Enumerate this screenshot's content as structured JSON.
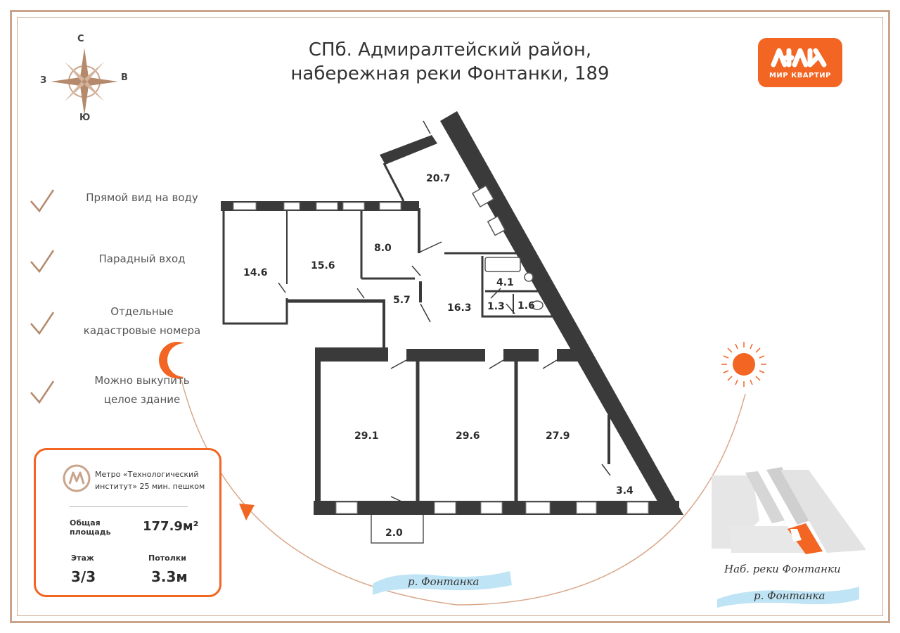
{
  "title": {
    "line1": "СПб. Адмиралтейский район,",
    "line2": "набережная реки Фонтанки, 189"
  },
  "logo": {
    "text": "МИР КВАРТИР"
  },
  "compass": {
    "north": "С",
    "south": "Ю",
    "west": "З",
    "east": "В"
  },
  "features": [
    {
      "line1": "Прямой вид на воду",
      "line2": ""
    },
    {
      "line1": "Парадный вход",
      "line2": ""
    },
    {
      "line1": "Отдельные",
      "line2": "кадастровые номера"
    },
    {
      "line1": "Можно выкупить",
      "line2": "целое здание"
    }
  ],
  "info": {
    "metro_line1": "Метро «Технологический",
    "metro_line2": "институт» 25 мин. пешком",
    "area_label_line1": "Общая",
    "area_label_line2": "площадь",
    "area_value": "177.9м²",
    "floor_label": "Этаж",
    "floor_value": "3/3",
    "ceiling_label": "Потолки",
    "ceiling_value": "3.3м"
  },
  "rooms": [
    "20.7",
    "14.6",
    "15.6",
    "8.0",
    "5.7",
    "16.3",
    "4.1",
    "1.3",
    "1.6",
    "29.1",
    "29.6",
    "27.9",
    "3.4",
    "2.0"
  ],
  "river_label": "р. Фонтанка",
  "location_map": {
    "embankment_label": "Наб. реки Фонтанки",
    "river_label": "р. Фонтанка"
  },
  "colors": {
    "accent": "#f26522",
    "frame": "#c9a48b",
    "wall": "#3a3a3a"
  }
}
